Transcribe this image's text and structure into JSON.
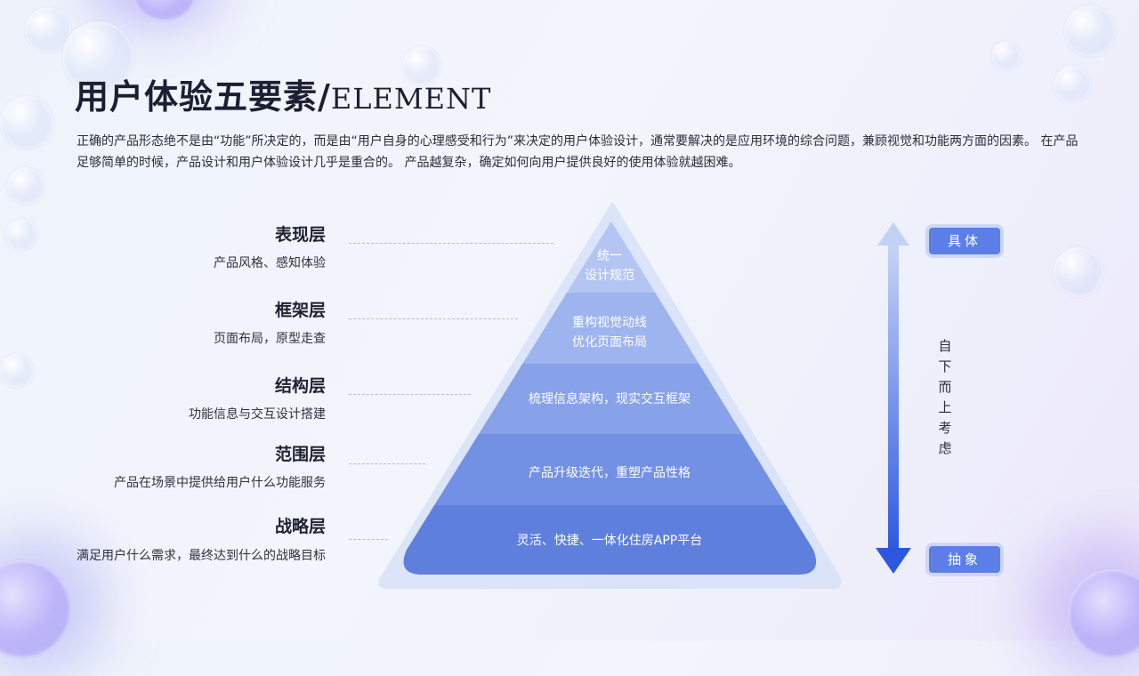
{
  "title": {
    "cn": "用户体验五要素/",
    "en": "ELEMENT"
  },
  "description": "正确的产品形态绝不是由“功能”所决定的，而是由“用户自身的心理感受和行为”来决定的用户体验设计，通常要解决的是应用环境的综合问题，兼顾视觉和功能两方面的因素。 在产品足够简单的时候，产品设计和用户体验设计几乎是重合的。 产品越复杂，确定如何向用户提供良好的使用体验就越困难。",
  "layers": [
    {
      "name": "表现层",
      "sub": "产品风格、感知体验",
      "content_lines": [
        "统一",
        "设计规范"
      ]
    },
    {
      "name": "框架层",
      "sub": "页面布局，原型走查",
      "content_lines": [
        "重构视觉动线",
        "优化页面布局"
      ]
    },
    {
      "name": "结构层",
      "sub": "功能信息与交互设计搭建",
      "content_lines": [
        "梳理信息架构，现实交互框架"
      ]
    },
    {
      "name": "范围层",
      "sub": "产品在场景中提供给用户什么功能服务",
      "content_lines": [
        "产品升级迭代，重塑产品性格"
      ]
    },
    {
      "name": "战略层",
      "sub": "满足用户什么需求，最终达到什么的战略目标",
      "content_lines": [
        "灵活、快捷、一体化住房APP平台"
      ]
    }
  ],
  "scale": {
    "top_label": "具体",
    "bottom_label": "抽象",
    "direction_text": [
      "自",
      "下",
      "而",
      "上",
      "考",
      "虑"
    ]
  },
  "colors": {
    "layer_fills": [
      "#b4c5f3",
      "#9eb4ef",
      "#88a2ea",
      "#7290e4",
      "#5f7fdc"
    ],
    "outline": "#d4def7",
    "accent": "#5b7fe6",
    "arrow_top": "#c5d3f4",
    "arrow_bottom": "#2f5ae0"
  }
}
